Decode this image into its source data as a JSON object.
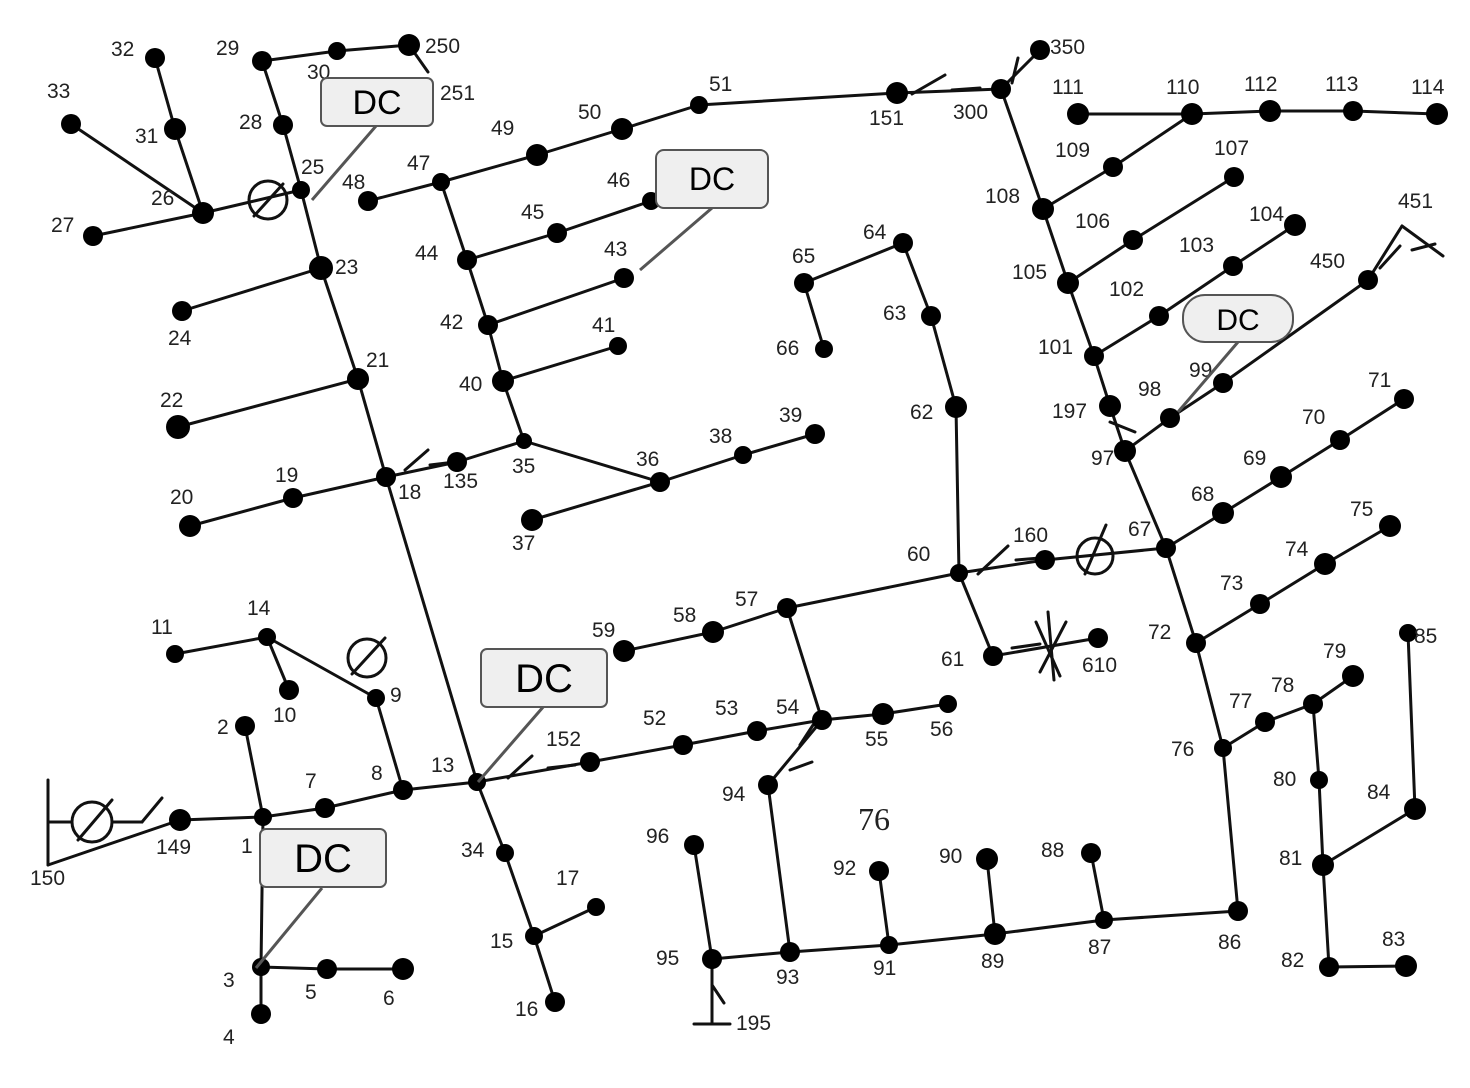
{
  "diagram_title": "76",
  "nodes": [
    "1",
    "2",
    "3",
    "4",
    "5",
    "6",
    "7",
    "8",
    "9",
    "10",
    "11",
    "13",
    "14",
    "15",
    "16",
    "17",
    "18",
    "19",
    "20",
    "21",
    "22",
    "23",
    "24",
    "25",
    "26",
    "27",
    "28",
    "29",
    "30",
    "31",
    "32",
    "33",
    "34",
    "35",
    "36",
    "37",
    "38",
    "39",
    "40",
    "41",
    "42",
    "43",
    "44",
    "45",
    "46",
    "47",
    "48",
    "49",
    "50",
    "51",
    "52",
    "53",
    "54",
    "55",
    "56",
    "57",
    "58",
    "59",
    "60",
    "61",
    "62",
    "63",
    "64",
    "65",
    "66",
    "67",
    "68",
    "69",
    "70",
    "71",
    "72",
    "73",
    "74",
    "75",
    "76",
    "77",
    "78",
    "79",
    "80",
    "81",
    "82",
    "83",
    "84",
    "85",
    "86",
    "87",
    "88",
    "89",
    "90",
    "91",
    "92",
    "93",
    "94",
    "95",
    "96",
    "97",
    "98",
    "99",
    "101",
    "102",
    "103",
    "104",
    "105",
    "106",
    "107",
    "108",
    "109",
    "110",
    "111",
    "112",
    "113",
    "114",
    "135",
    "149",
    "150",
    "151",
    "152",
    "160",
    "195",
    "197",
    "250",
    "251",
    "300",
    "350",
    "450",
    "451",
    "610"
  ],
  "edges": [
    [
      "150",
      "149"
    ],
    [
      "149",
      "1"
    ],
    [
      "1",
      "7"
    ],
    [
      "7",
      "8"
    ],
    [
      "8",
      "13"
    ],
    [
      "1",
      "2"
    ],
    [
      "1",
      "3"
    ],
    [
      "3",
      "4"
    ],
    [
      "3",
      "5"
    ],
    [
      "5",
      "6"
    ],
    [
      "8",
      "9"
    ],
    [
      "9",
      "14"
    ],
    [
      "14",
      "11"
    ],
    [
      "14",
      "10"
    ],
    [
      "13",
      "152"
    ],
    [
      "152",
      "52"
    ],
    [
      "52",
      "53"
    ],
    [
      "53",
      "54"
    ],
    [
      "54",
      "55"
    ],
    [
      "55",
      "56"
    ],
    [
      "54",
      "57"
    ],
    [
      "57",
      "58"
    ],
    [
      "58",
      "59"
    ],
    [
      "57",
      "60"
    ],
    [
      "60",
      "62"
    ],
    [
      "60",
      "61"
    ],
    [
      "61",
      "610"
    ],
    [
      "60",
      "160"
    ],
    [
      "160",
      "67"
    ],
    [
      "62",
      "63"
    ],
    [
      "63",
      "64"
    ],
    [
      "64",
      "65"
    ],
    [
      "65",
      "66"
    ],
    [
      "13",
      "34"
    ],
    [
      "34",
      "15"
    ],
    [
      "15",
      "16"
    ],
    [
      "15",
      "17"
    ],
    [
      "13",
      "18"
    ],
    [
      "18",
      "19"
    ],
    [
      "19",
      "20"
    ],
    [
      "18",
      "135"
    ],
    [
      "135",
      "35"
    ],
    [
      "18",
      "21"
    ],
    [
      "21",
      "22"
    ],
    [
      "21",
      "23"
    ],
    [
      "23",
      "24"
    ],
    [
      "23",
      "25"
    ],
    [
      "25",
      "26"
    ],
    [
      "26",
      "27"
    ],
    [
      "26",
      "31"
    ],
    [
      "31",
      "32"
    ],
    [
      "26",
      "33"
    ],
    [
      "25",
      "28"
    ],
    [
      "28",
      "29"
    ],
    [
      "29",
      "30"
    ],
    [
      "30",
      "250"
    ],
    [
      "250",
      "251"
    ],
    [
      "35",
      "36"
    ],
    [
      "36",
      "37"
    ],
    [
      "36",
      "38"
    ],
    [
      "38",
      "39"
    ],
    [
      "35",
      "40"
    ],
    [
      "40",
      "41"
    ],
    [
      "40",
      "42"
    ],
    [
      "42",
      "43"
    ],
    [
      "42",
      "44"
    ],
    [
      "44",
      "45"
    ],
    [
      "45",
      "46"
    ],
    [
      "44",
      "47"
    ],
    [
      "47",
      "48"
    ],
    [
      "47",
      "49"
    ],
    [
      "49",
      "50"
    ],
    [
      "50",
      "51"
    ],
    [
      "51",
      "151"
    ],
    [
      "151",
      "300"
    ],
    [
      "300",
      "350"
    ],
    [
      "300",
      "108"
    ],
    [
      "108",
      "109"
    ],
    [
      "109",
      "110"
    ],
    [
      "110",
      "111"
    ],
    [
      "110",
      "112"
    ],
    [
      "112",
      "113"
    ],
    [
      "113",
      "114"
    ],
    [
      "108",
      "105"
    ],
    [
      "105",
      "106"
    ],
    [
      "106",
      "107"
    ],
    [
      "105",
      "101"
    ],
    [
      "101",
      "102"
    ],
    [
      "102",
      "103"
    ],
    [
      "103",
      "104"
    ],
    [
      "101",
      "197"
    ],
    [
      "197",
      "97"
    ],
    [
      "97",
      "98"
    ],
    [
      "98",
      "99"
    ],
    [
      "99",
      "450"
    ],
    [
      "450",
      "451"
    ],
    [
      "97",
      "67"
    ],
    [
      "67",
      "68"
    ],
    [
      "68",
      "69"
    ],
    [
      "69",
      "70"
    ],
    [
      "70",
      "71"
    ],
    [
      "67",
      "72"
    ],
    [
      "72",
      "73"
    ],
    [
      "73",
      "74"
    ],
    [
      "74",
      "75"
    ],
    [
      "72",
      "76"
    ],
    [
      "76",
      "77"
    ],
    [
      "77",
      "78"
    ],
    [
      "78",
      "79"
    ],
    [
      "78",
      "80"
    ],
    [
      "80",
      "81"
    ],
    [
      "81",
      "82"
    ],
    [
      "82",
      "83"
    ],
    [
      "81",
      "84"
    ],
    [
      "84",
      "85"
    ],
    [
      "76",
      "86"
    ],
    [
      "86",
      "87"
    ],
    [
      "87",
      "88"
    ],
    [
      "87",
      "89"
    ],
    [
      "89",
      "90"
    ],
    [
      "89",
      "91"
    ],
    [
      "91",
      "92"
    ],
    [
      "91",
      "93"
    ],
    [
      "93",
      "94"
    ],
    [
      "93",
      "95"
    ],
    [
      "95",
      "96"
    ],
    [
      "95",
      "195"
    ],
    [
      "94",
      "54"
    ]
  ],
  "dc_labels": [
    "DC",
    "DC",
    "DC",
    "DC",
    "DC"
  ]
}
